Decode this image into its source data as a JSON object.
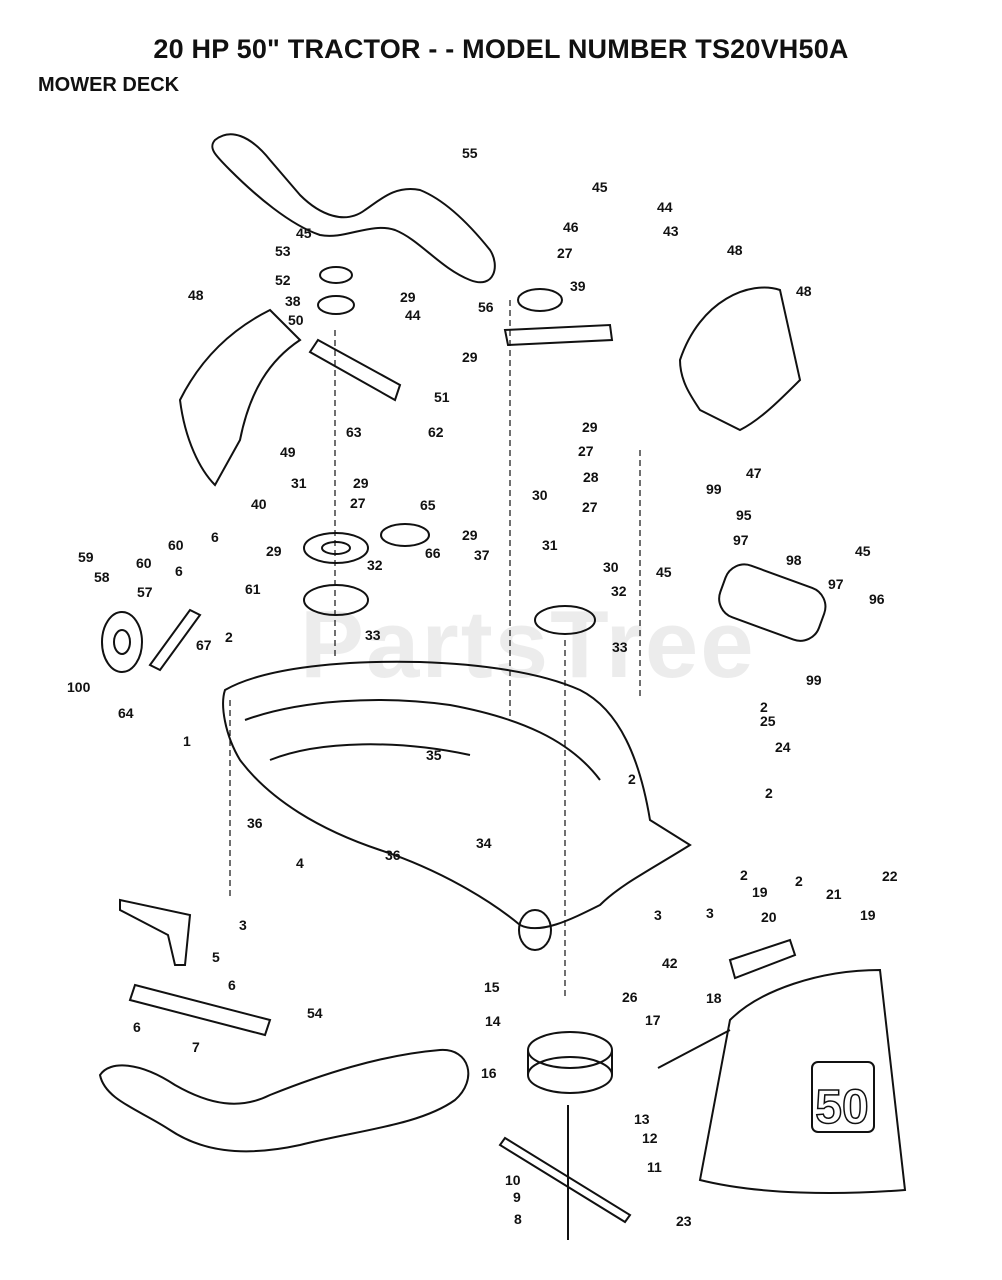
{
  "header": {
    "title": "20 HP 50\" TRACTOR - - MODEL NUMBER TS20VH50A",
    "section": "MOWER DECK"
  },
  "watermark": "PartsTree",
  "diagram": {
    "type": "exploded-parts-diagram",
    "callouts": [
      {
        "id": "55",
        "text": "55"
      },
      {
        "id": "45a",
        "text": "45"
      },
      {
        "id": "53",
        "text": "53"
      },
      {
        "id": "52",
        "text": "52"
      },
      {
        "id": "38",
        "text": "38"
      },
      {
        "id": "50",
        "text": "50"
      },
      {
        "id": "29a",
        "text": "29"
      },
      {
        "id": "44a",
        "text": "44"
      },
      {
        "id": "56",
        "text": "56"
      },
      {
        "id": "46",
        "text": "46"
      },
      {
        "id": "27a",
        "text": "27"
      },
      {
        "id": "39",
        "text": "39"
      },
      {
        "id": "45b",
        "text": "45"
      },
      {
        "id": "44b",
        "text": "44"
      },
      {
        "id": "43",
        "text": "43"
      },
      {
        "id": "48a",
        "text": "48"
      },
      {
        "id": "48b",
        "text": "48"
      },
      {
        "id": "48c",
        "text": "48"
      },
      {
        "id": "29b",
        "text": "29"
      },
      {
        "id": "51",
        "text": "51"
      },
      {
        "id": "63",
        "text": "63"
      },
      {
        "id": "62",
        "text": "62"
      },
      {
        "id": "49",
        "text": "49"
      },
      {
        "id": "47",
        "text": "47"
      },
      {
        "id": "29c",
        "text": "29"
      },
      {
        "id": "27b",
        "text": "27"
      },
      {
        "id": "28",
        "text": "28"
      },
      {
        "id": "27c",
        "text": "27"
      },
      {
        "id": "99a",
        "text": "99"
      },
      {
        "id": "95",
        "text": "95"
      },
      {
        "id": "31a",
        "text": "31"
      },
      {
        "id": "29d",
        "text": "29"
      },
      {
        "id": "27d",
        "text": "27"
      },
      {
        "id": "40",
        "text": "40"
      },
      {
        "id": "65",
        "text": "65"
      },
      {
        "id": "30a",
        "text": "30"
      },
      {
        "id": "6a",
        "text": "6"
      },
      {
        "id": "60a",
        "text": "60"
      },
      {
        "id": "29e",
        "text": "29"
      },
      {
        "id": "29f",
        "text": "29"
      },
      {
        "id": "66",
        "text": "66"
      },
      {
        "id": "37",
        "text": "37"
      },
      {
        "id": "31b",
        "text": "31"
      },
      {
        "id": "30b",
        "text": "30"
      },
      {
        "id": "45c",
        "text": "45"
      },
      {
        "id": "97a",
        "text": "97"
      },
      {
        "id": "98",
        "text": "98"
      },
      {
        "id": "45d",
        "text": "45"
      },
      {
        "id": "59",
        "text": "59"
      },
      {
        "id": "58",
        "text": "58"
      },
      {
        "id": "60b",
        "text": "60"
      },
      {
        "id": "6b",
        "text": "6"
      },
      {
        "id": "57",
        "text": "57"
      },
      {
        "id": "61",
        "text": "61"
      },
      {
        "id": "32a",
        "text": "32"
      },
      {
        "id": "32b",
        "text": "32"
      },
      {
        "id": "97b",
        "text": "97"
      },
      {
        "id": "96",
        "text": "96"
      },
      {
        "id": "2a",
        "text": "2"
      },
      {
        "id": "33a",
        "text": "33"
      },
      {
        "id": "33b",
        "text": "33"
      },
      {
        "id": "67",
        "text": "67"
      },
      {
        "id": "100",
        "text": "100"
      },
      {
        "id": "64",
        "text": "64"
      },
      {
        "id": "99b",
        "text": "99"
      },
      {
        "id": "1",
        "text": "1"
      },
      {
        "id": "2b",
        "text": "2"
      },
      {
        "id": "25",
        "text": "25"
      },
      {
        "id": "35",
        "text": "35"
      },
      {
        "id": "24",
        "text": "24"
      },
      {
        "id": "2c",
        "text": "2"
      },
      {
        "id": "2d",
        "text": "2"
      },
      {
        "id": "36a",
        "text": "36"
      },
      {
        "id": "34",
        "text": "34"
      },
      {
        "id": "4",
        "text": "4"
      },
      {
        "id": "36b",
        "text": "36"
      },
      {
        "id": "3a",
        "text": "3"
      },
      {
        "id": "3b",
        "text": "3"
      },
      {
        "id": "3c",
        "text": "3"
      },
      {
        "id": "2e",
        "text": "2"
      },
      {
        "id": "19a",
        "text": "19"
      },
      {
        "id": "2f",
        "text": "2"
      },
      {
        "id": "21",
        "text": "21"
      },
      {
        "id": "22",
        "text": "22"
      },
      {
        "id": "20",
        "text": "20"
      },
      {
        "id": "19b",
        "text": "19"
      },
      {
        "id": "42",
        "text": "42"
      },
      {
        "id": "26",
        "text": "26"
      },
      {
        "id": "5",
        "text": "5"
      },
      {
        "id": "15",
        "text": "15"
      },
      {
        "id": "6c",
        "text": "6"
      },
      {
        "id": "54",
        "text": "54"
      },
      {
        "id": "18",
        "text": "18"
      },
      {
        "id": "6d",
        "text": "6"
      },
      {
        "id": "14",
        "text": "14"
      },
      {
        "id": "17",
        "text": "17"
      },
      {
        "id": "7",
        "text": "7"
      },
      {
        "id": "16",
        "text": "16"
      },
      {
        "id": "13",
        "text": "13"
      },
      {
        "id": "12",
        "text": "12"
      },
      {
        "id": "11",
        "text": "11"
      },
      {
        "id": "10",
        "text": "10"
      },
      {
        "id": "9",
        "text": "9"
      },
      {
        "id": "8",
        "text": "8"
      },
      {
        "id": "23",
        "text": "23"
      }
    ],
    "chute_badge": "50"
  }
}
